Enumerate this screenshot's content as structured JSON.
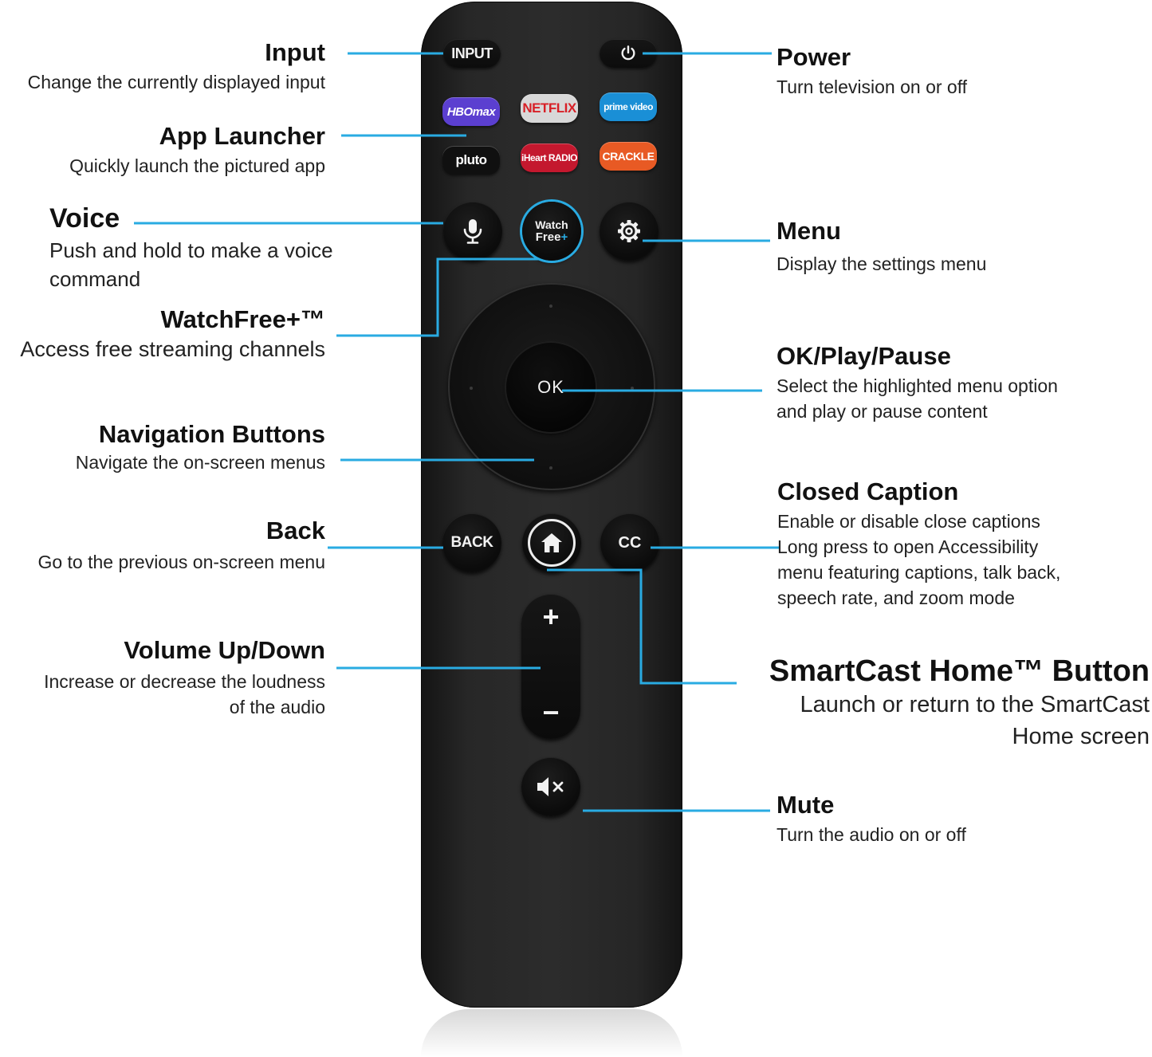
{
  "colors": {
    "leader_line": "#29abe2",
    "remote_body": "#262626",
    "button": "#0f0f0f",
    "hbomax": "#5b3fd0",
    "netflix": "#d8d8d8",
    "netflix_text": "#d81f26",
    "prime_video": "#1a8fd6",
    "pluto": "#101010",
    "iheart": "#c4182e",
    "crackle": "#e85a24"
  },
  "remote": {
    "input_btn": "INPUT",
    "power_icon": "power-icon",
    "apps": [
      "HBOmax",
      "NETFLIX",
      "prime video",
      "pluto",
      "iHeart RADIO",
      "CRACKLE"
    ],
    "voice_icon": "microphone-icon",
    "watchfree_line1": "Watch",
    "watchfree_line2": "Free",
    "watchfree_plus": "+",
    "menu_icon": "gear-icon",
    "ok_btn": "OK",
    "back_btn": "BACK",
    "home_icon": "home-icon",
    "cc_btn": "CC",
    "vol_up": "+",
    "vol_down": "−",
    "mute_icon": "speaker-mute-icon"
  },
  "labels": {
    "input": {
      "title": "Input",
      "desc": "Change the currently displayed input"
    },
    "app_launcher": {
      "title": "App Launcher",
      "desc": "Quickly launch the pictured app"
    },
    "voice": {
      "title": "Voice",
      "desc_line1": "Push and hold to make a voice",
      "desc_line2": "command"
    },
    "watchfree": {
      "title": "WatchFree+™",
      "desc": "Access free streaming channels"
    },
    "navigation": {
      "title": "Navigation Buttons",
      "desc": "Navigate the on-screen menus"
    },
    "back": {
      "title": "Back",
      "desc": "Go to the previous on-screen menu"
    },
    "volume": {
      "title": "Volume Up/Down",
      "desc_line1": "Increase or decrease the loudness",
      "desc_line2": "of the audio"
    },
    "power": {
      "title": "Power",
      "desc": "Turn television on or off"
    },
    "menu": {
      "title": "Menu",
      "desc": "Display the settings menu"
    },
    "ok_play_pause": {
      "title": "OK/Play/Pause",
      "desc_line1": "Select the highlighted menu option",
      "desc_line2": "and play or pause content"
    },
    "closed_caption": {
      "title": "Closed Caption",
      "desc_line1": "Enable or disable close captions",
      "desc_line2": "Long press to open Accessibility",
      "desc_line3": "menu featuring captions, talk back,",
      "desc_line4": "speech rate, and zoom mode"
    },
    "smartcast_home": {
      "title": "SmartCast Home™ Button",
      "desc_line1": "Launch or return to the SmartCast",
      "desc_line2": "Home screen"
    },
    "mute": {
      "title": "Mute",
      "desc": "Turn the audio on or off"
    }
  }
}
